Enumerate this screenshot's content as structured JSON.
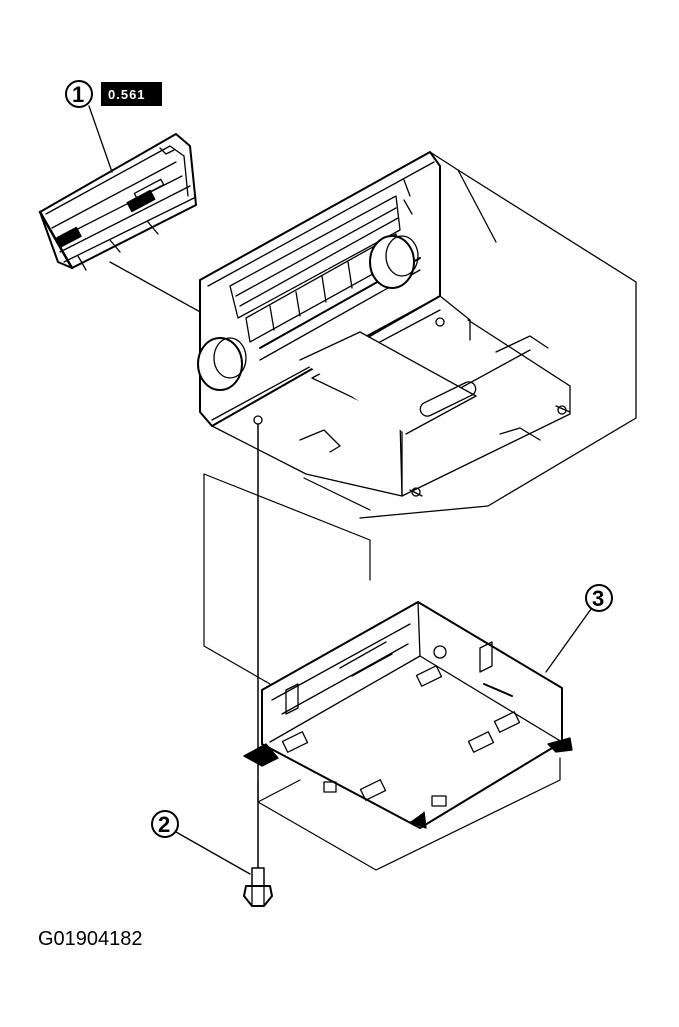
{
  "diagram": {
    "callouts": [
      {
        "number": "1"
      },
      {
        "number": "2"
      },
      {
        "number": "3"
      }
    ],
    "badge_text": "0.561",
    "figure_code": "G01904182"
  }
}
